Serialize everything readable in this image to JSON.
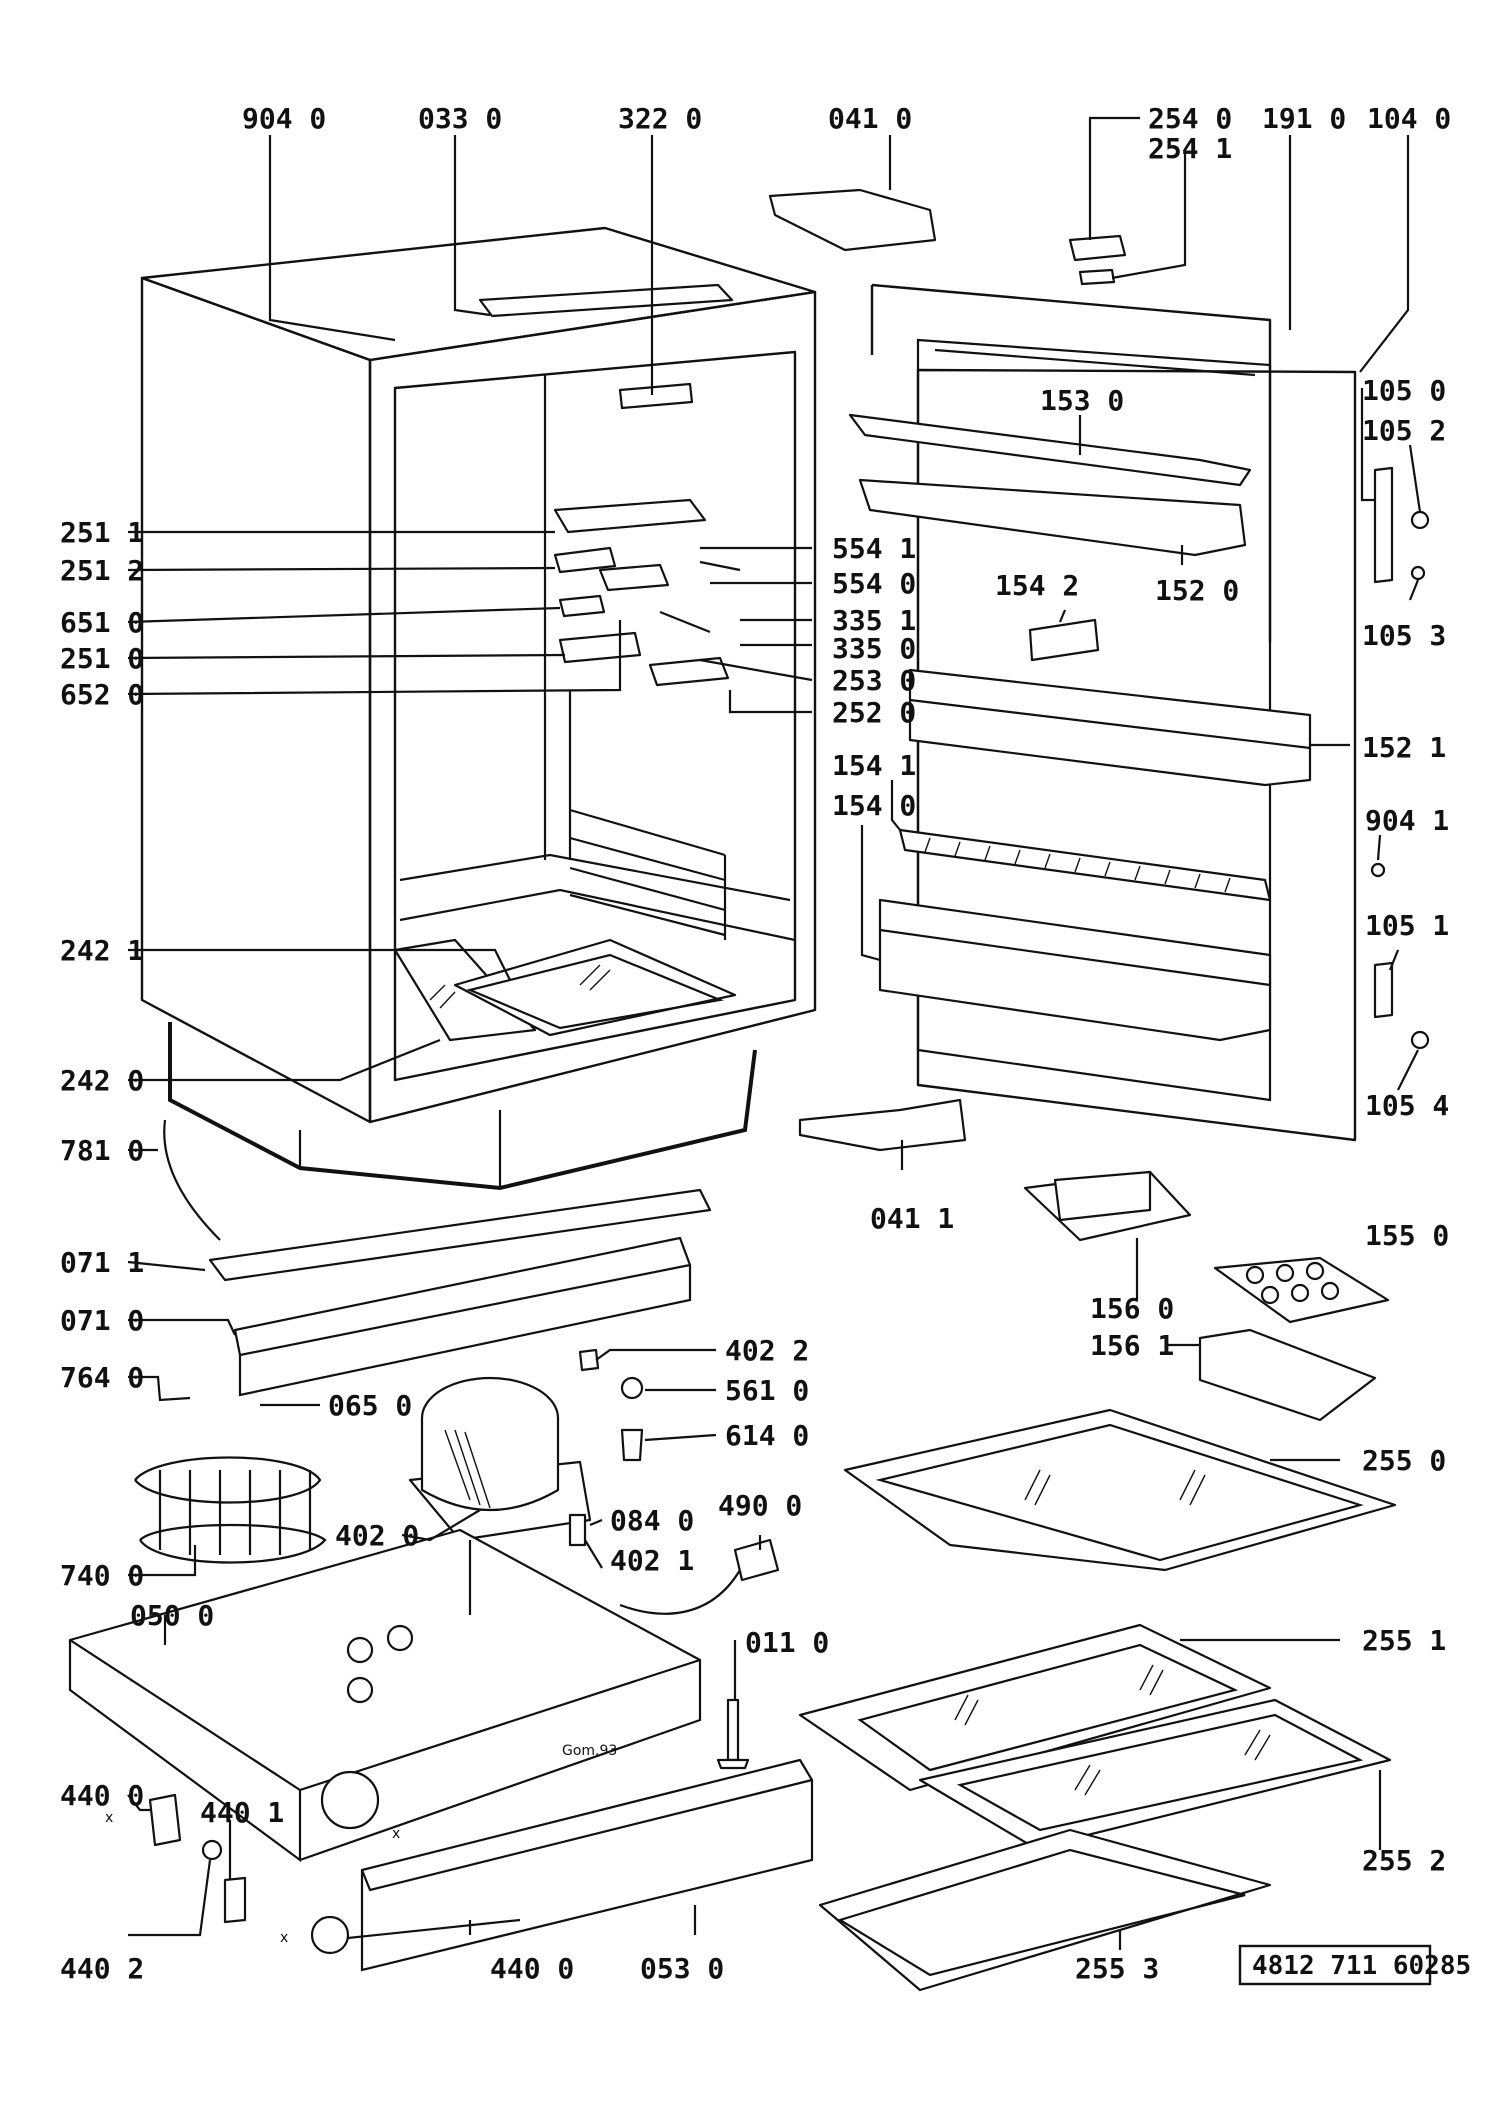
{
  "labels": {
    "l_904_0": "904 0",
    "l_033_0": "033 0",
    "l_322_0": "322 0",
    "l_041_0": "041 0",
    "l_254_0": "254 0",
    "l_254_1": "254 1",
    "l_191_0": "191 0",
    "l_104_0": "104 0",
    "l_105_0": "105 0",
    "l_105_2": "105 2",
    "l_105_3": "105 3",
    "l_153_0": "153 0",
    "l_152_0": "152 0",
    "l_154_2": "154 2",
    "l_152_1": "152 1",
    "l_154_1": "154 1",
    "l_154_0": "154 0",
    "l_904_1": "904 1",
    "l_105_1": "105 1",
    "l_105_4": "105 4",
    "l_251_1": "251 1",
    "l_251_2": "251 2",
    "l_651_0": "651 0",
    "l_251_0": "251 0",
    "l_652_0": "652 0",
    "l_554_1": "554 1",
    "l_554_0": "554 0",
    "l_335_1": "335 1",
    "l_335_0": "335 0",
    "l_253_0": "253 0",
    "l_252_0": "252 0",
    "l_242_1": "242 1",
    "l_242_0": "242 0",
    "l_781_0": "781 0",
    "l_041_1": "041 1",
    "l_071_1": "071 1",
    "l_071_0": "071 0",
    "l_156_0": "156 0",
    "l_155_0": "155 0",
    "l_156_1": "156 1",
    "l_764_0": "764 0",
    "l_065_0": "065 0",
    "l_402_2": "402 2",
    "l_561_0": "561 0",
    "l_614_0": "614 0",
    "l_255_0": "255 0",
    "l_402_0": "402 0",
    "l_084_0": "084 0",
    "l_490_0": "490 0",
    "l_402_1": "402 1",
    "l_740_0": "740 0",
    "l_050_0": "050 0",
    "l_011_0": "011 0",
    "l_255_1": "255 1",
    "l_440_0_top": "440 0",
    "l_440_1": "440 1",
    "l_255_2": "255 2",
    "l_440_2": "440 2",
    "l_440_0_bot": "440 0",
    "l_053_0": "053 0",
    "l_255_3": "255 3"
  },
  "small_marks": {
    "x_mark_1": "x",
    "x_mark_2": "x",
    "x_mark_3": "x",
    "stamp_text": "Gom.93"
  },
  "document_code": "4812 711 60285"
}
